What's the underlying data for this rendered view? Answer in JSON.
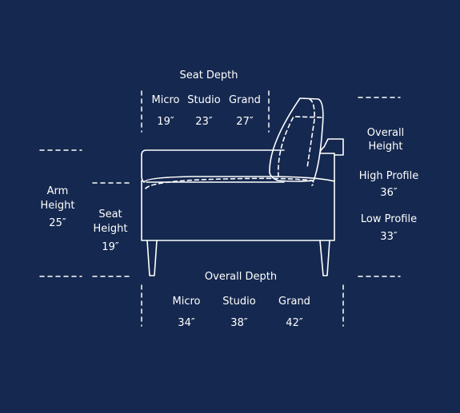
{
  "seat_depth": {
    "title": "Seat Depth",
    "columns": [
      {
        "name": "Micro",
        "value": "19″"
      },
      {
        "name": "Studio",
        "value": "23″"
      },
      {
        "name": "Grand",
        "value": "27″"
      }
    ]
  },
  "overall_depth": {
    "title": "Overall Depth",
    "columns": [
      {
        "name": "Micro",
        "value": "34″"
      },
      {
        "name": "Studio",
        "value": "38″"
      },
      {
        "name": "Grand",
        "value": "42″"
      }
    ]
  },
  "arm_height": {
    "line1": "Arm",
    "line2": "Height",
    "value": "25″"
  },
  "seat_height": {
    "line1": "Seat",
    "line2": "Height",
    "value": "19″"
  },
  "overall_height": {
    "line1": "Overall",
    "line2": "Height",
    "high_profile": {
      "label": "High Profile",
      "value": "36″"
    },
    "low_profile": {
      "label": "Low Profile",
      "value": "33″"
    }
  },
  "colors": {
    "background": "#15284f",
    "line": "#ffffff"
  }
}
